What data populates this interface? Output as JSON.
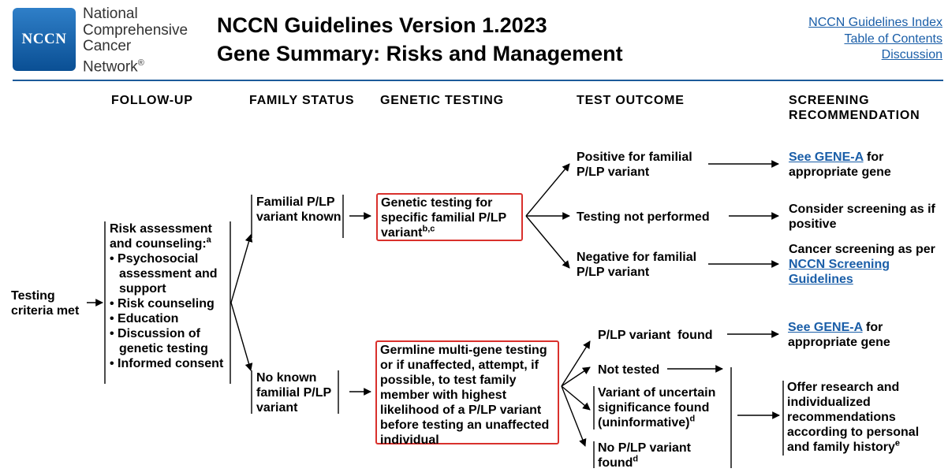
{
  "header": {
    "logo_text": "NCCN",
    "org_lines": [
      "National",
      "Comprehensive",
      "Cancer",
      "Network"
    ],
    "org_mark": "®",
    "title_line1": "NCCN Guidelines Version 1.2023",
    "title_line2": "Gene Summary: Risks and Management",
    "nav_links": [
      "NCCN Guidelines Index",
      "Table of Contents",
      "Discussion"
    ]
  },
  "columns": {
    "follow_up": "FOLLOW-UP",
    "family_status": "FAMILY STATUS",
    "genetic_testing": "GENETIC TESTING",
    "test_outcome": "TEST OUTCOME",
    "screening_line1": "SCREENING",
    "screening_line2": "RECOMMENDATION"
  },
  "flow": {
    "start": "Testing criteria met",
    "risk_title": "Risk assessment and counseling:",
    "risk_sup": "a",
    "risk_items": [
      "Psychosocial assessment and support",
      "Risk counseling",
      "Education",
      "Discussion of genetic testing",
      "Informed consent"
    ],
    "familial_known": "Familial P/LP variant known",
    "no_known": "No known familial P/LP variant",
    "specific_test": "Genetic testing for specific familial P/LP variant",
    "specific_test_sup": "b,c",
    "multigene_test": "Germline multi-gene testing or if unaffected, attempt, if possible, to test family member with highest likelihood of a P/LP variant before testing an unaffected individual",
    "outcome_positive": "Positive for familial P/LP variant",
    "outcome_not_performed": "Testing not performed",
    "outcome_negative": "Negative for familial P/LP variant",
    "outcome_found": "P/LP variant  found",
    "outcome_not_tested": "Not tested",
    "outcome_vus": "Variant of uncertain significance found (uninformative)",
    "outcome_vus_sup": "d",
    "outcome_none": "No P/LP variant found",
    "outcome_none_sup": "d",
    "rec1_link": "See GENE-A",
    "rec1_text": " for appropriate gene",
    "rec2": "Consider screening as if positive",
    "rec3_text": "Cancer screening as per ",
    "rec3_link": "NCCN Screening Guidelines",
    "rec4_link": "See GENE-A",
    "rec4_text": " for appropriate gene",
    "rec5": "Offer research and individualized recommendations according to personal and family history",
    "rec5_sup": "e"
  }
}
